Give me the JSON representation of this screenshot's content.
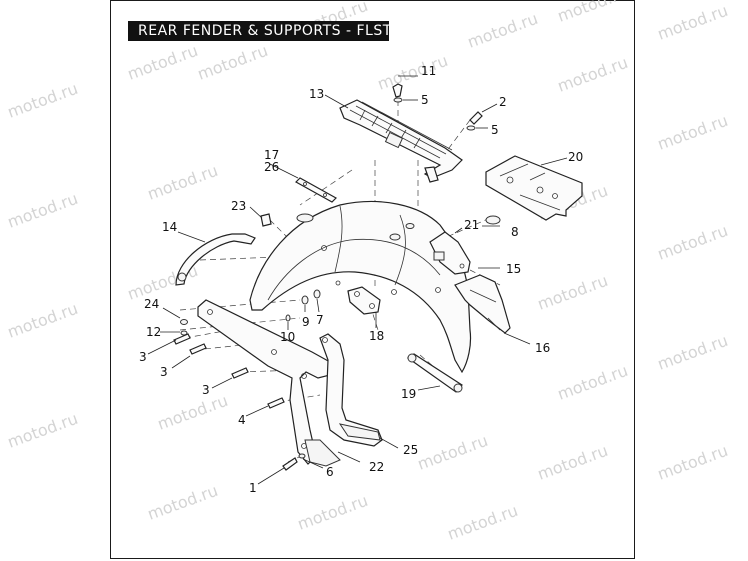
{
  "title": "REAR FENDER & SUPPORTS - FLSTN",
  "watermark": "motod.ru",
  "callouts": {
    "c1": "1",
    "c2": "2",
    "c3a": "3",
    "c3b": "3",
    "c3c": "3",
    "c4": "4",
    "c5a": "5",
    "c5b": "5",
    "c6": "6",
    "c7": "7",
    "c8": "8",
    "c9": "9",
    "c10": "10",
    "c11": "11",
    "c12": "12",
    "c13": "13",
    "c14": "14",
    "c15": "15",
    "c16": "16",
    "c17": "17",
    "c18": "18",
    "c19": "19",
    "c20": "20",
    "c21": "21",
    "c22": "22",
    "c23": "23",
    "c24": "24",
    "c25": "25",
    "c26": "26"
  }
}
